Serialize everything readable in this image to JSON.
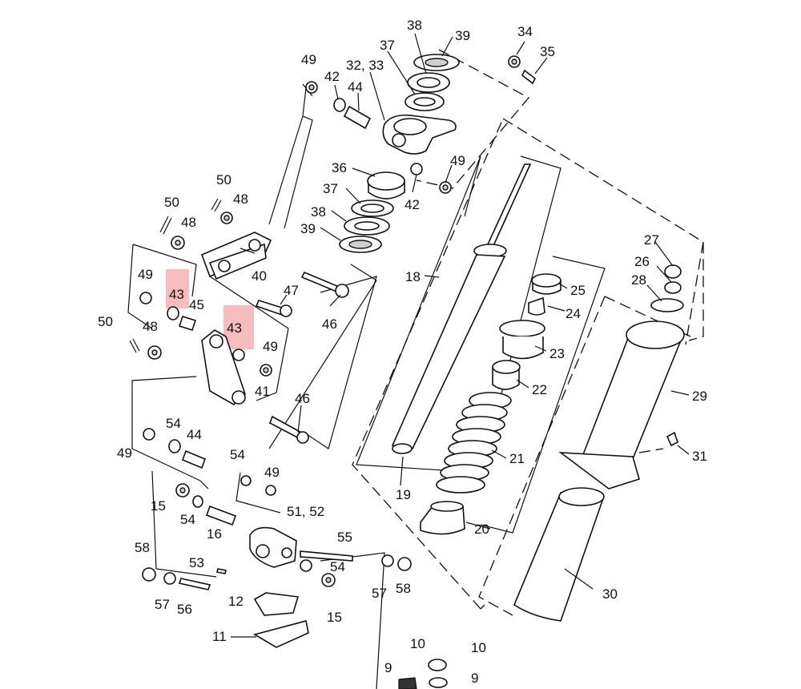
{
  "diagram": {
    "highlight_color": "#f4a6a6",
    "callouts": {
      "c38": "38",
      "c39a": "39",
      "c34": "34",
      "c35": "35",
      "c49a": "49",
      "c37a": "37",
      "c3233": "32, 33",
      "c42a": "42",
      "c44a": "44",
      "c49b": "49",
      "c42b": "42",
      "c36": "36",
      "c37b": "37",
      "c38b": "38",
      "c39b": "39",
      "c50a": "50",
      "c48a": "48",
      "c50b": "50",
      "c48b": "48",
      "c40": "40",
      "c47": "47",
      "c46a": "46",
      "c49c": "49",
      "c43a": "43",
      "c45": "45",
      "c43b": "43",
      "c49d": "49",
      "c50c": "50",
      "c48c": "48",
      "c41": "41",
      "c18": "18",
      "c25": "25",
      "c24": "24",
      "c23": "23",
      "c22": "22",
      "c27": "27",
      "c26": "26",
      "c28": "28",
      "c29": "29",
      "c31": "31",
      "c46b": "46",
      "c54a": "54",
      "c44b": "44",
      "c49e": "49",
      "c54b": "54",
      "c49f": "49",
      "c15a": "15",
      "c54c": "54",
      "c16": "16",
      "c51": "51, 52",
      "c55": "55",
      "c58a": "58",
      "c53": "53",
      "c54d": "54",
      "c57a": "57",
      "c58b": "58",
      "c57b": "57",
      "c56": "56",
      "c12": "12",
      "c15b": "15",
      "c19": "19",
      "c21": "21",
      "c20": "20",
      "c30": "30",
      "c11": "11",
      "c10a": "10",
      "c10b": "10",
      "c9a": "9",
      "c9b": "9"
    }
  }
}
